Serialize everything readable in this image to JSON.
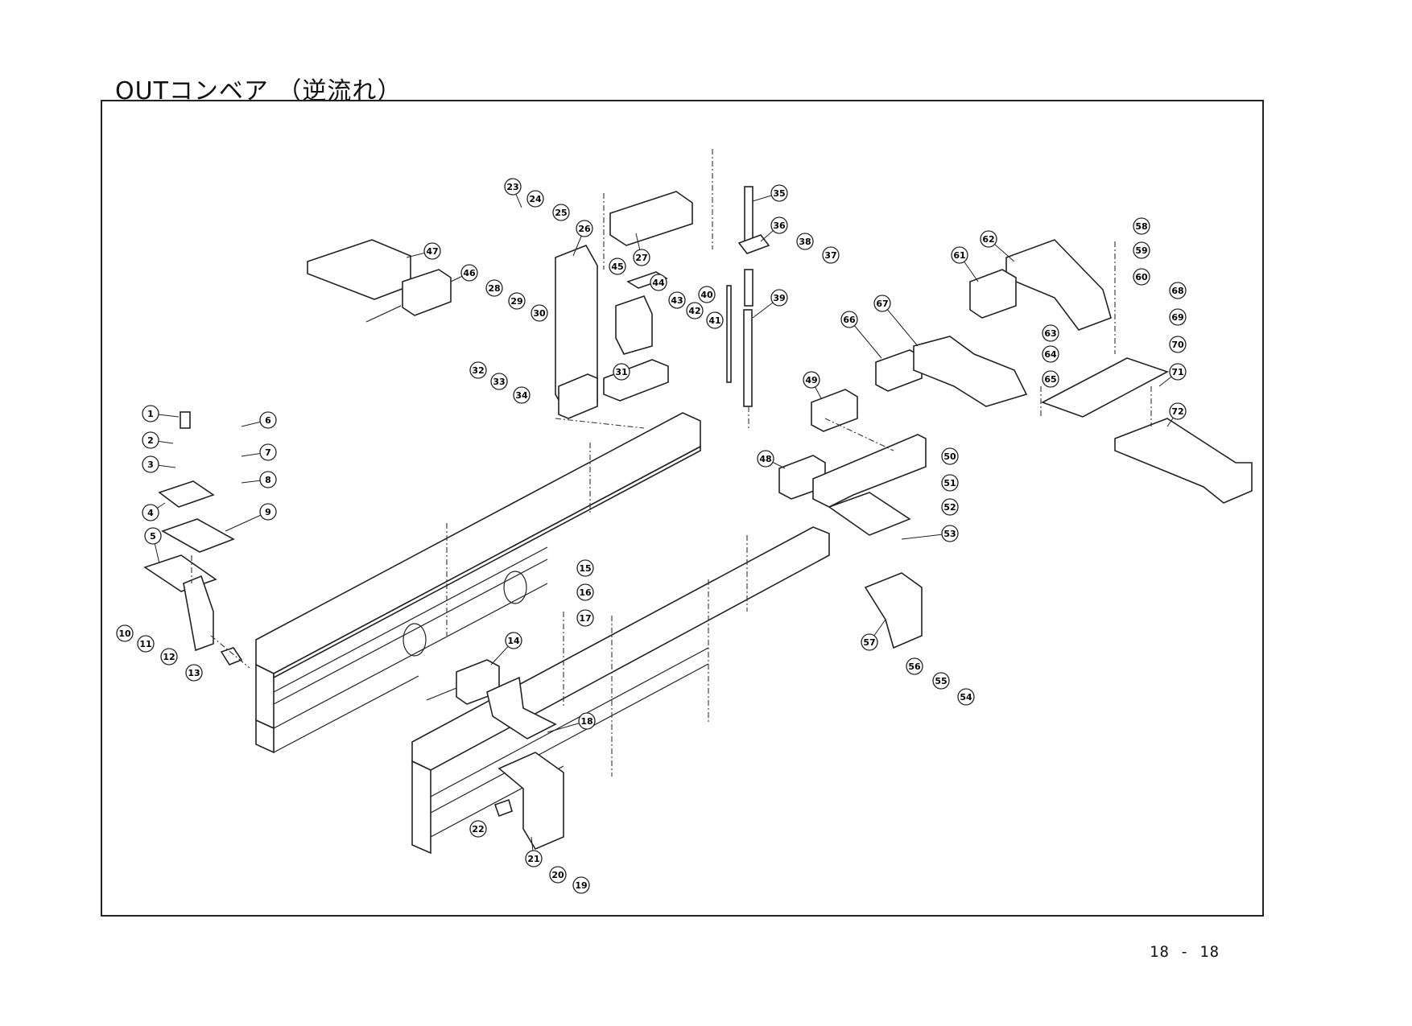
{
  "title": "OUTコンベア （逆流れ）",
  "page_number": "18 - 18",
  "callout_labels": [
    "1",
    "2",
    "3",
    "4",
    "5",
    "6",
    "7",
    "8",
    "9",
    "10",
    "11",
    "12",
    "13",
    "14",
    "15",
    "16",
    "17",
    "18",
    "19",
    "20",
    "21",
    "22",
    "23",
    "24",
    "25",
    "26",
    "27",
    "28",
    "29",
    "30",
    "31",
    "32",
    "33",
    "34",
    "35",
    "36",
    "37",
    "38",
    "39",
    "40",
    "41",
    "42",
    "43",
    "44",
    "45",
    "46",
    "47",
    "48",
    "49",
    "50",
    "51",
    "52",
    "53",
    "54",
    "55",
    "56",
    "57",
    "58",
    "59",
    "60",
    "61",
    "62",
    "63",
    "64",
    "65",
    "66",
    "67",
    "68",
    "69",
    "70",
    "71",
    "72"
  ]
}
